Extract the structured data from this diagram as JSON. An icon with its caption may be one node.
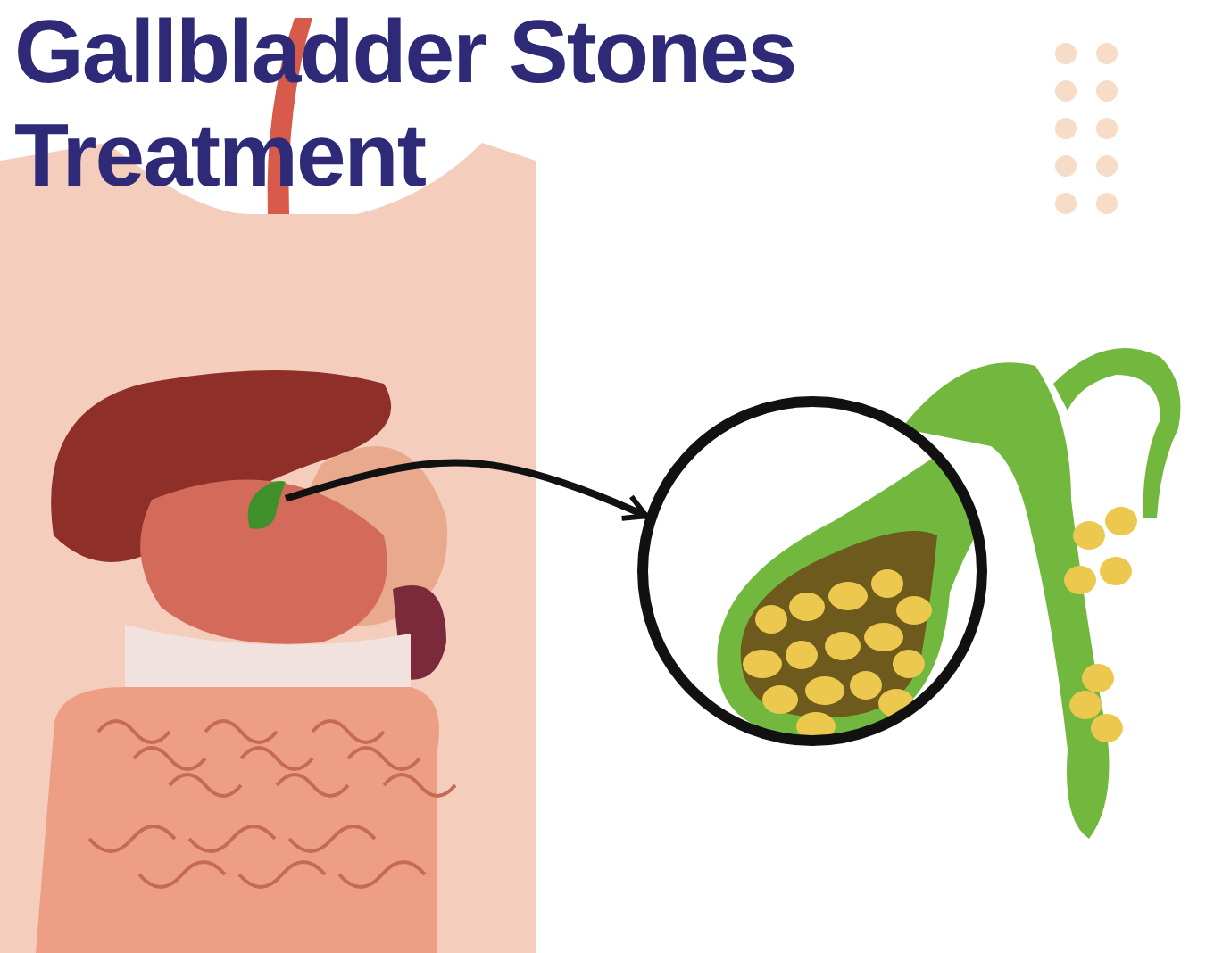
{
  "diagram": {
    "title": "Gallbladder Stones Treatment",
    "nodes": [
      {
        "text": [],
        "shape": "picture"
      },
      {
        "text": [],
        "shape": "picture"
      }
    ],
    "edges": [
      {
        "from": 0,
        "to": 1,
        "arrow": "to"
      }
    ]
  }
}
